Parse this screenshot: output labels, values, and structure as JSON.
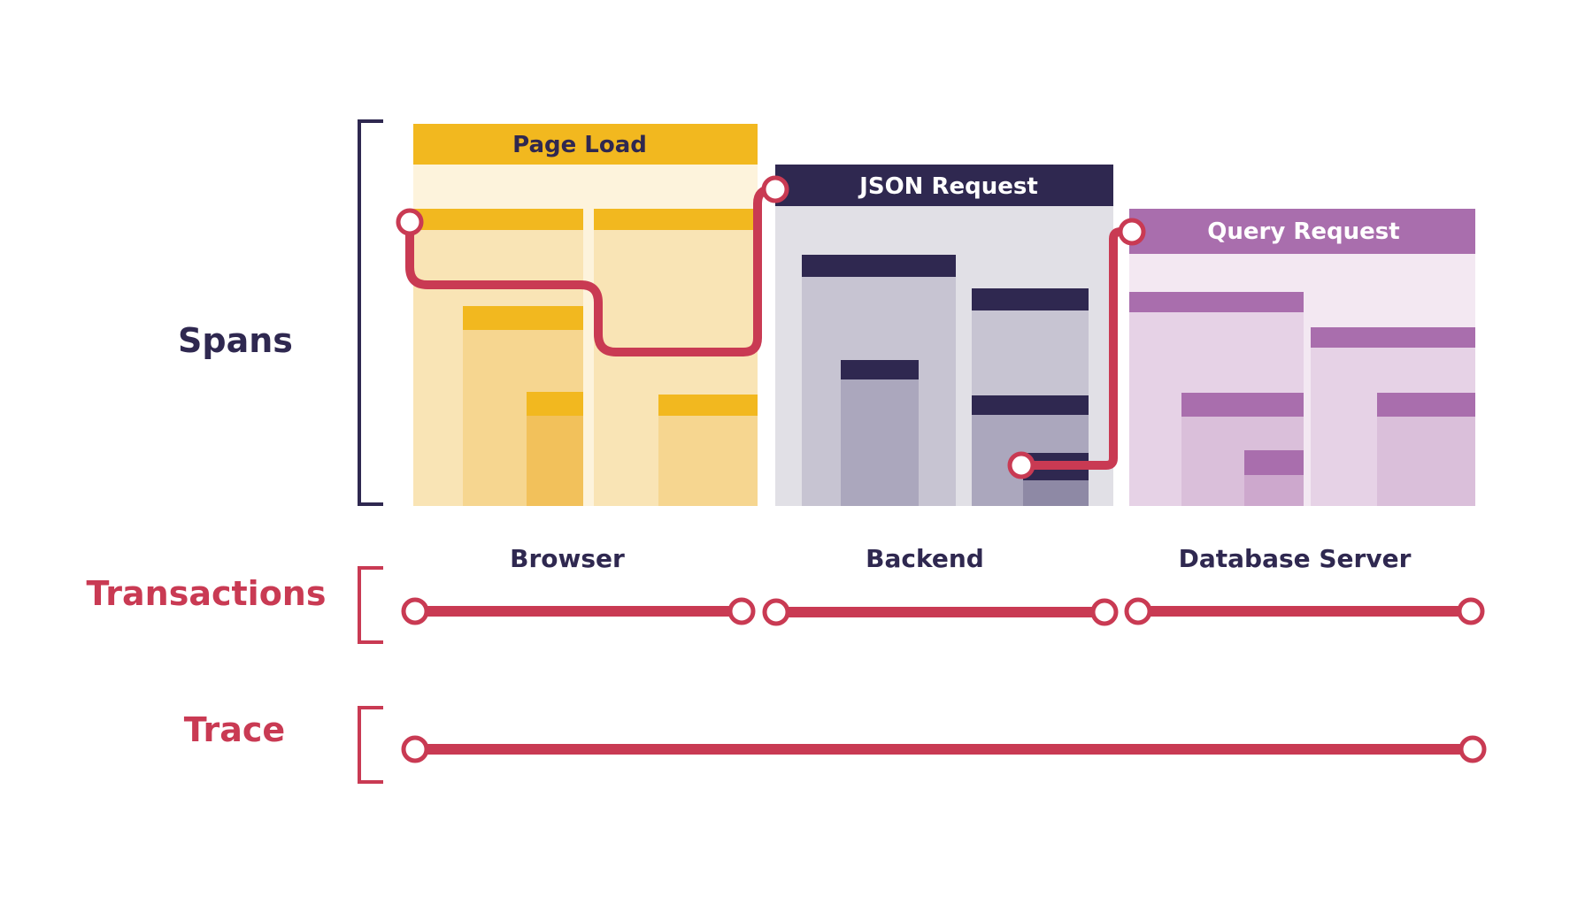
{
  "colors": {
    "navy": "#2f2850",
    "crimson": "#c93a53",
    "yellow": "#f2b81f",
    "yellow_light": "#fdf3dc",
    "yellow_mid": "#f9e4b5",
    "yellow_deep": "#f6d690",
    "yellow_deeper": "#f2c15b",
    "gray_light": "#e1e0e6",
    "gray_mid": "#c7c4d2",
    "gray_deep": "#aba7bd",
    "purple": "#a96ead",
    "purple_light": "#f3e8f2",
    "purple_mid": "#e6d2e6",
    "purple_deep": "#dabfda",
    "white": "#ffffff"
  },
  "labels": {
    "spans": "Spans",
    "transactions": "Transactions",
    "trace": "Trace"
  },
  "spans": {
    "page_load": "Page Load",
    "json_request": "JSON Request",
    "query_request": "Query Request"
  },
  "services": {
    "browser": "Browser",
    "backend": "Backend",
    "database": "Database Server"
  }
}
